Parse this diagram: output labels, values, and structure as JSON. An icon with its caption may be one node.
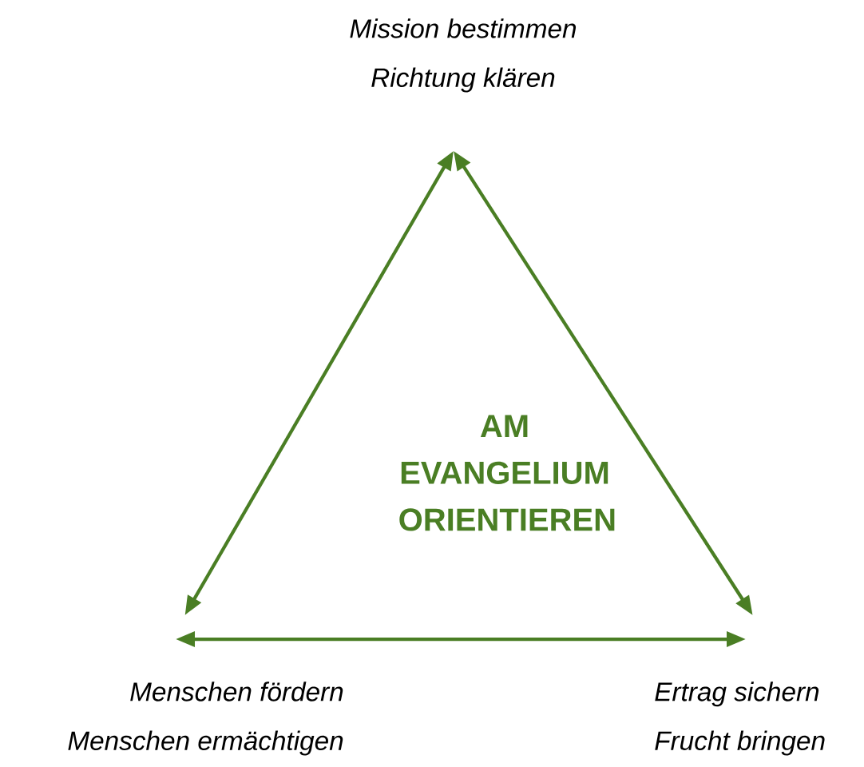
{
  "diagram": {
    "nodes": [
      {
        "text": [
          "Mission bestimmen",
          "Richtung klären"
        ]
      },
      {
        "text": [
          "Menschen fördern",
          "Menschen ermächtigen"
        ]
      },
      {
        "text": [
          "Ertrag sichern",
          "Frucht bringen"
        ]
      },
      {
        "text": [
          "AM EVANGELIUM ORIENTIEREN"
        ]
      }
    ],
    "edges": [
      {
        "from": 1,
        "to": 0,
        "arrow": "both"
      },
      {
        "from": 0,
        "to": 2,
        "arrow": "both"
      },
      {
        "from": 1,
        "to": 2,
        "arrow": "both"
      }
    ]
  }
}
